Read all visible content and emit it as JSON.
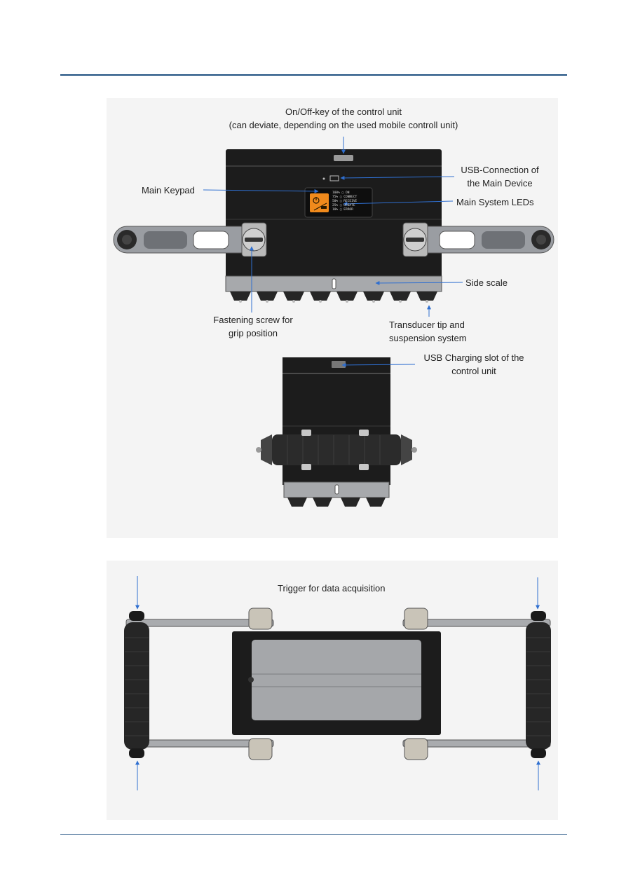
{
  "figure_top": {
    "on_off_key": [
      "On/Off-key of the control unit",
      "(can deviate, depending on the used mobile controll unit)"
    ],
    "usb_connection": [
      "USB-Connection of",
      "the Main Device"
    ],
    "main_keypad": "Main Keypad",
    "main_system_leds": "Main System LEDs",
    "side_scale": "Side scale",
    "fastening_screw": [
      "Fastening screw for",
      "grip position"
    ],
    "transducer_tip": [
      "Transducer tip and",
      "suspension system"
    ],
    "led_panel": [
      "100%",
      "ON",
      "75%",
      "CONNECT",
      "50%",
      "RECEIVE",
      "25%",
      "UPDATE",
      "10%",
      "ERROR"
    ]
  },
  "figure_middle": {
    "usb_charging": [
      "USB Charging slot of the",
      "control unit"
    ]
  },
  "figure_bottom": {
    "trigger": "Trigger for data acquisition"
  },
  "colors": {
    "rule": "#1f5080",
    "callout": "#2f6fd0",
    "keypad_orange": "#f08a1c"
  }
}
